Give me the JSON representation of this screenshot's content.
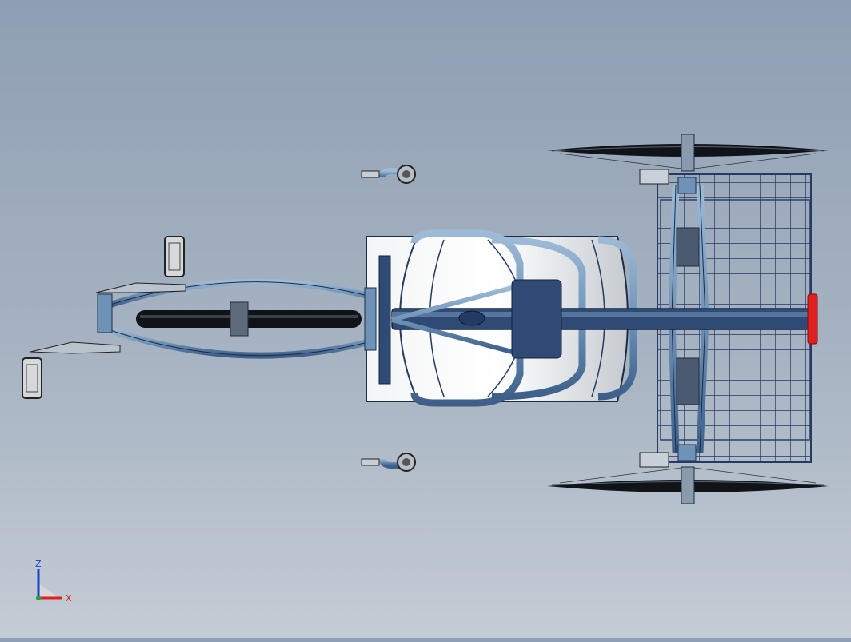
{
  "window": {
    "background_top": "#8e9fb3",
    "background_bottom": "#c4ccd5"
  },
  "model": {
    "name_icon": "tricycle-model-top-view",
    "frame_color": "#6f93b8",
    "frame_dark": "#2f4a74",
    "tire_color": "#15181e",
    "seat_color": "#e8ebee",
    "reflector_color": "#e0201e"
  },
  "triad": {
    "z_label": "Z",
    "x_label": "X",
    "z_color": "#1a3fd1",
    "x_color": "#e0201e"
  }
}
